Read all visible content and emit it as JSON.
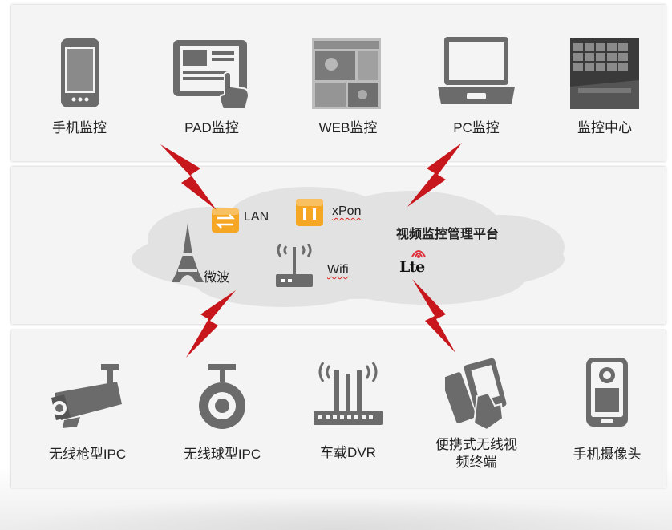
{
  "top": {
    "items": [
      {
        "label": "手机监控",
        "icon": "mobile-phone-icon"
      },
      {
        "label": "PAD监控",
        "icon": "tablet-touch-icon"
      },
      {
        "label": "WEB监控",
        "icon": "web-screenshot-icon"
      },
      {
        "label": "PC监控",
        "icon": "laptop-icon"
      },
      {
        "label": "监控中心",
        "icon": "monitoring-center-photo-icon"
      }
    ]
  },
  "middle": {
    "lan": "LAN",
    "xpon": "xPon",
    "platform": "视频监控管理平台",
    "microwave": "微波",
    "wifi": "Wifi",
    "lte_logo": "Lte"
  },
  "bottom": {
    "items": [
      {
        "label": "无线枪型IPC",
        "icon": "bullet-camera-icon"
      },
      {
        "label": "无线球型IPC",
        "icon": "dome-camera-icon"
      },
      {
        "label": "车载DVR",
        "icon": "router-antenna-icon"
      },
      {
        "label_line1": "便携式无线视",
        "label_line2": "频终端",
        "icon": "portable-terminal-icon"
      },
      {
        "label": "手机摄像头",
        "icon": "phone-camera-icon"
      }
    ]
  },
  "colors": {
    "panel": "#f4f4f4",
    "icon_gray": "#6b6b6b",
    "bolt_red": "#c8161d",
    "cloud": "#e2e2e2",
    "orange": "#f5a623"
  }
}
